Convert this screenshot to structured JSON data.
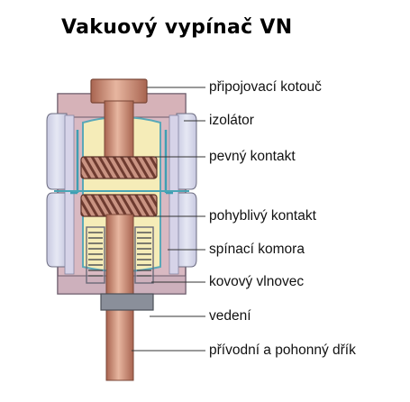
{
  "title": "Vakuový vypínač VN",
  "labels": [
    "připojovací kotouč",
    "izolátor",
    "pevný kontakt",
    "pohyblivý kontakt",
    "spínací komora",
    "kovový vlnovec",
    "vedení",
    "přívodní a pohonný dřík"
  ],
  "colors": {
    "copper": "#c9836a",
    "copper_dark": "#9c5d48",
    "insulator": "#b9c7df",
    "chamber": "#f4eab8",
    "outline": "#5a5a6a"
  }
}
